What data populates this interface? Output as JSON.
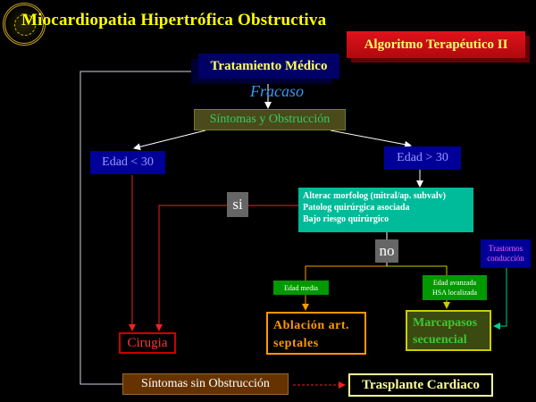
{
  "slide": {
    "title": "Miocardiopatia  Hipertrófica Obstructiva",
    "subtitle_box": "Algoritmo Terapéutico II"
  },
  "nodes": {
    "tratamiento": "Tratamiento Médico",
    "fracaso": "Fracaso",
    "sintomas_obstruccion": "Síntomas y Obstrucción",
    "edad_menor": "Edad < 30",
    "edad_mayor": "Edad > 30",
    "si": "si",
    "no": "no",
    "criteria": [
      "Alterac morfolog (mitral/ap. subvalv)",
      "Patolog quirúrgica asociada",
      "Bajo riesgo quirúrgico"
    ],
    "trastornos": [
      "Trastornos",
      "conducción"
    ],
    "edad_media": "Edad media",
    "edad_avanzada": [
      "Edad avanzada",
      "HSA localizada"
    ],
    "ablacion": [
      "Ablación  art.",
      "septales"
    ],
    "marcapasos": [
      "Marcapasos",
      "secuencial"
    ],
    "cirugia": "Cirugia",
    "sintomas_sin": "Síntomas sin Obstrucción",
    "trasplante": "Trasplante Cardiaco"
  },
  "colors": {
    "background": "#000000",
    "title": "#ffff00",
    "algo_box": "#e0121a",
    "lines_white": "#ffffff",
    "lines_red": "#cc0000",
    "lines_orange": "#ff9900",
    "lines_yellow": "#cccc00",
    "lines_teal": "#00cc99"
  }
}
